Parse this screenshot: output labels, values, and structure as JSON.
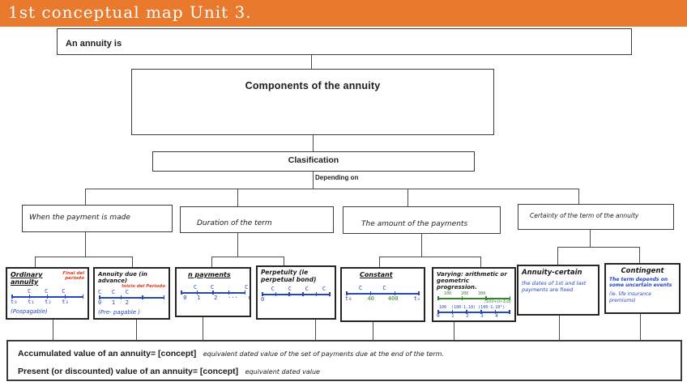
{
  "header": {
    "title": "1st conceptual map Unit 3."
  },
  "colors": {
    "header_bg": "#E8792D",
    "ink_blue": "#2547BE",
    "ink_red": "#E23B16",
    "ink_green": "#38822F",
    "box_border": "#3c3c3c"
  },
  "top_nodes": {
    "annuity_is": "An annuity is",
    "components": "Components of the annuity",
    "clasification": "Clasification",
    "depending_on": "Depending on"
  },
  "branches": [
    {
      "label": "When the payment is made"
    },
    {
      "label": "Duration of the term"
    },
    {
      "label": "The  amount of  the payments"
    },
    {
      "label": "Certainty   of the  term of the  annuity"
    }
  ],
  "leaves": [
    {
      "title": "Ordinary annuity",
      "side_note": "Final del periodo",
      "c_row": "     C    C    C",
      "axis_row": "t₀   t₁   t₂   t₃      tₙ",
      "caption": "(Pospagable)"
    },
    {
      "title": "Annuity due (in advance)",
      "side_note": "Inicio del Periodo",
      "c_row": "C   C   C",
      "axis_row": "0   1   2            3",
      "caption": "(Pre- pagable )"
    },
    {
      "title": "n payments",
      "c_row": "    C    C         C",
      "axis_row": " 0   1    2   ···   n"
    },
    {
      "title": "Perpetuity (ie perpetual bond)",
      "c_row": "   C    C    C    C    C",
      "axis_row": "0                     ∞"
    },
    {
      "title": "Constant",
      "c_row": "    C      C           C",
      "axis_left": "t₀",
      "amounts": "40    400",
      "axis_right": "tₙ"
    },
    {
      "title": "Varying: arithmetic or geometric progression.",
      "green_labels": "   100    200    300",
      "green_note": "(100+(n-1)d)",
      "blue_labels": " 100  (100·1.10) (100·1.10²)",
      "blue_axis": "0    1    2    3    4"
    },
    {
      "title": "Annuity-certain",
      "note": "the dates of 1st and last payments are fixed"
    },
    {
      "title": "Contingent",
      "note": "The term depends on some uncertain events",
      "note2": "(ie. life insurance premiums)"
    }
  ],
  "definitions": [
    {
      "printed": "Accumulated value of an annuity= [concept]",
      "handwritten": "equivalent dated value  of the set of payments due at the end of the term."
    },
    {
      "printed": "Present (or discounted) value of an annuity= [concept]",
      "handwritten": "equivalent dated value"
    }
  ]
}
